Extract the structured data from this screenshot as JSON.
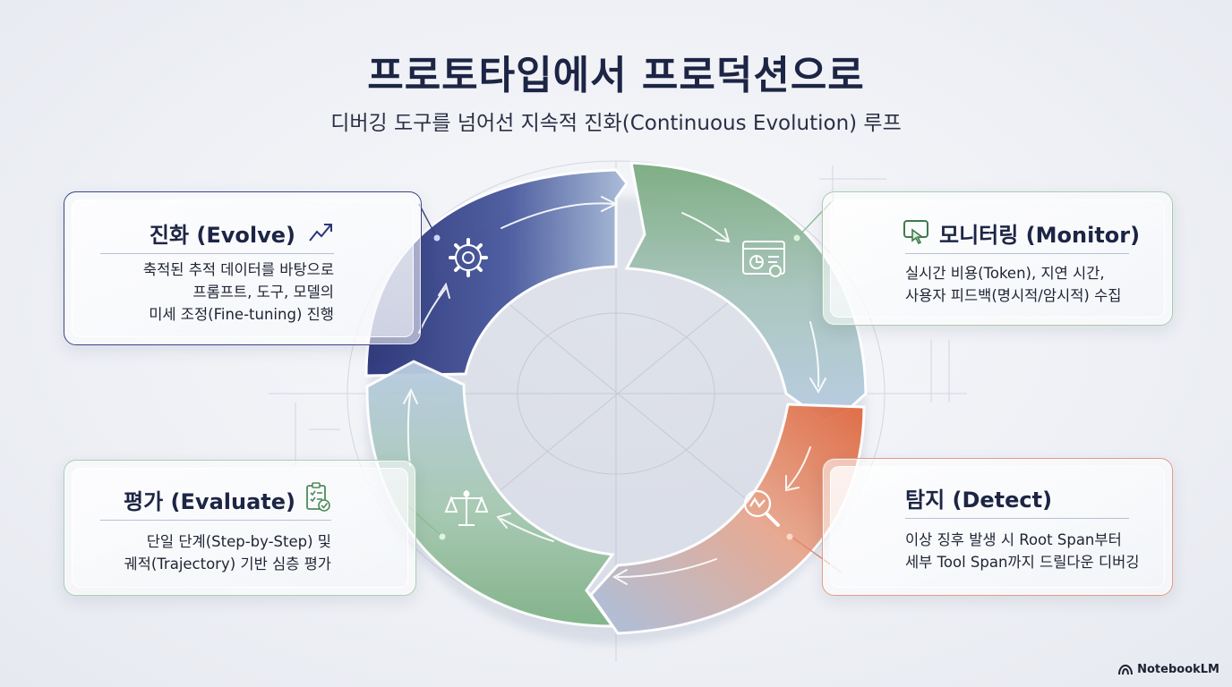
{
  "header": {
    "title": "프로토타입에서 프로덕션으로",
    "subtitle": "디버깅 도구를 넘어선 지속적 진화(Continuous Evolution) 루프"
  },
  "stages": {
    "evolve": {
      "title": "진화 (Evolve)",
      "lines": [
        "축적된 추적 데이터를 바탕으로",
        "프롬프트, 도구, 모델의",
        "미세 조정(Fine-tuning) 진행"
      ],
      "color": "#2c3678"
    },
    "monitor": {
      "title": "모니터링 (Monitor)",
      "lines": [
        "실시간 비용(Token), 지연 시간,",
        "사용자 피드백(명시적/암시적) 수집"
      ],
      "color": "#7fae82"
    },
    "detect": {
      "title": "탐지 (Detect)",
      "lines": [
        "이상 징후 발생 시 Root Span부터",
        "세부 Tool Span까지 드릴다운 디버깅"
      ],
      "color": "#e0724d"
    },
    "evaluate": {
      "title": "평가 (Evaluate)",
      "lines": [
        "단일 단계(Step-by-Step) 및",
        "궤적(Trajectory) 기반 심층 평가"
      ],
      "color": "#8cbf92"
    }
  },
  "icons": {
    "evolve_card": "trend-up-icon",
    "monitor_card": "monitor-touch-icon",
    "evaluate_card": "checklist-icon",
    "ring_evolve": "gear-icon",
    "ring_monitor": "dashboard-icon",
    "ring_detect": "magnifier-icon",
    "ring_evaluate": "balance-scale-icon"
  },
  "branding": {
    "label": "NotebookLM"
  }
}
